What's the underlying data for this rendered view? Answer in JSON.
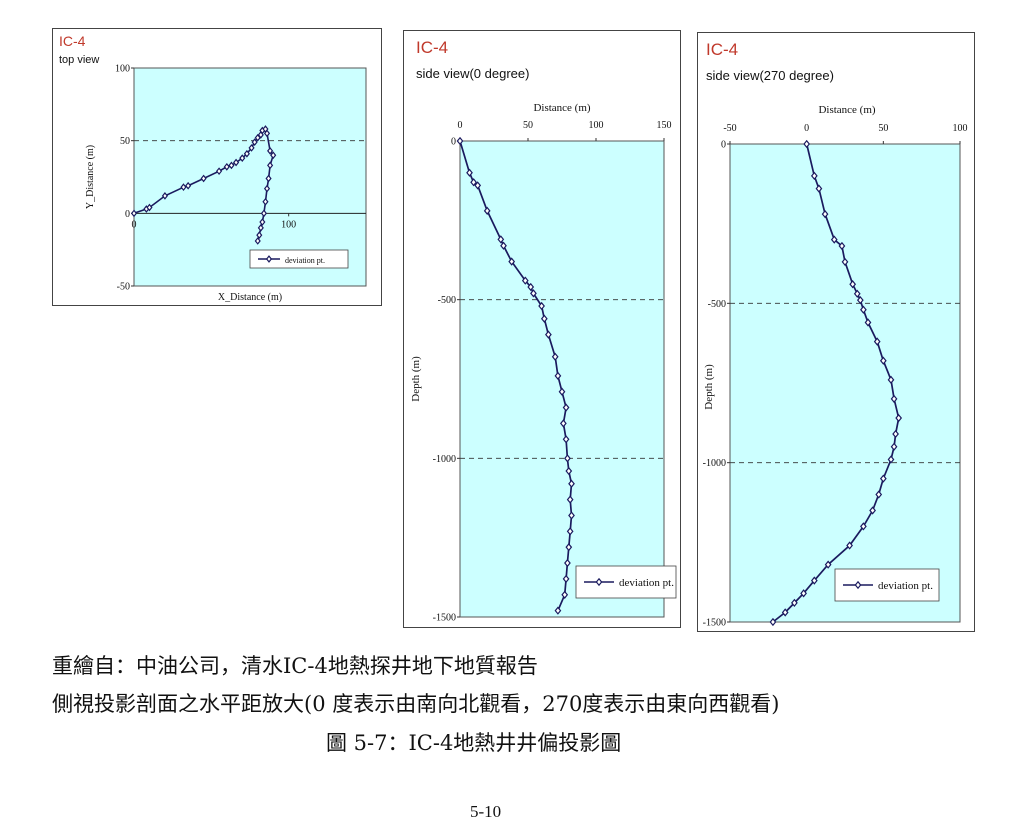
{
  "chart_data": [
    {
      "type": "line",
      "title": "IC-4",
      "subtitle": "top view",
      "xlabel": "X_Distance (m)",
      "ylabel": "Y_Distance (m)",
      "xlim": [
        0,
        150
      ],
      "ylim": [
        -50,
        100
      ],
      "xticks": [
        "0",
        "100"
      ],
      "yticks": [
        "100",
        "50",
        "0",
        "-50"
      ],
      "gridlines_y": [
        50
      ],
      "legend": "deviation pt.",
      "legend_position": "bottom-right",
      "series": [
        {
          "name": "deviation pt.",
          "x": [
            0,
            8,
            10,
            20,
            32,
            35,
            45,
            55,
            60,
            63,
            66,
            70,
            73,
            76,
            78,
            80,
            82,
            83,
            85,
            86,
            88,
            90,
            88,
            87,
            86,
            85,
            84,
            83,
            82,
            81,
            80
          ],
          "y": [
            0,
            3,
            4,
            12,
            18,
            19,
            24,
            29,
            32,
            33,
            35,
            38,
            41,
            45,
            49,
            52,
            54,
            57,
            58,
            55,
            43,
            40,
            33,
            24,
            17,
            8,
            0,
            -6,
            -10,
            -15,
            -19
          ]
        }
      ]
    },
    {
      "type": "line",
      "title": "IC-4",
      "subtitle": "side view(0 degree)",
      "xlabel": "Distance (m)",
      "ylabel": "Depth (m)",
      "xlim": [
        0,
        150
      ],
      "ylim": [
        -1500,
        0
      ],
      "xticks": [
        "0",
        "50",
        "100",
        "150"
      ],
      "yticks": [
        "0",
        "-500",
        "-1000",
        "-1500"
      ],
      "gridlines_y": [
        -500,
        -1000
      ],
      "legend": "deviation pt.",
      "legend_position": "bottom-right",
      "series": [
        {
          "name": "deviation pt.",
          "x": [
            0,
            7,
            10,
            13,
            20,
            30,
            32,
            38,
            48,
            52,
            54,
            60,
            62,
            65,
            70,
            72,
            75,
            78,
            76,
            78,
            79,
            80,
            82,
            81,
            82,
            81,
            80,
            79,
            78,
            77,
            72
          ],
          "y": [
            0,
            -100,
            -130,
            -140,
            -220,
            -310,
            -330,
            -380,
            -440,
            -460,
            -480,
            -520,
            -560,
            -610,
            -680,
            -740,
            -790,
            -840,
            -890,
            -940,
            -1000,
            -1040,
            -1080,
            -1130,
            -1180,
            -1230,
            -1280,
            -1330,
            -1380,
            -1430,
            -1480
          ]
        }
      ]
    },
    {
      "type": "line",
      "title": "IC-4",
      "subtitle": "side view(270 degree)",
      "xlabel": "Distance (m)",
      "ylabel": "Depth (m)",
      "xlim": [
        -50,
        100
      ],
      "ylim": [
        -1500,
        0
      ],
      "xticks": [
        "-50",
        "0",
        "50",
        "100"
      ],
      "yticks": [
        "0",
        "-500",
        "-1000",
        "-1500"
      ],
      "gridlines_y": [
        -500,
        -1000
      ],
      "legend": "deviation pt.",
      "legend_position": "bottom-right",
      "series": [
        {
          "name": "deviation pt.",
          "x": [
            0,
            5,
            8,
            12,
            18,
            23,
            25,
            30,
            33,
            35,
            37,
            40,
            46,
            50,
            55,
            57,
            60,
            58,
            57,
            55,
            50,
            47,
            43,
            37,
            28,
            14,
            5,
            -2,
            -8,
            -14,
            -22
          ],
          "y": [
            0,
            -100,
            -140,
            -220,
            -300,
            -320,
            -370,
            -440,
            -470,
            -490,
            -520,
            -560,
            -620,
            -680,
            -740,
            -800,
            -860,
            -910,
            -950,
            -990,
            -1050,
            -1100,
            -1150,
            -1200,
            -1260,
            -1320,
            -1370,
            -1410,
            -1440,
            -1470,
            -1500
          ]
        }
      ]
    }
  ],
  "captions": {
    "line1": "重繪自：中油公司，清水IC-4地熱探井地下地質報告",
    "line2": "側視投影剖面之水平距放大(0  度表示由南向北觀看，270度表示由東向西觀看)",
    "line3": "圖  5-7：IC-4地熱井井偏投影圖"
  },
  "page_number": "5-10",
  "colors": {
    "plot_bg": "#ccffff",
    "series": "#1a1a5e",
    "title": "#c0392b",
    "gridline": "#333333"
  }
}
